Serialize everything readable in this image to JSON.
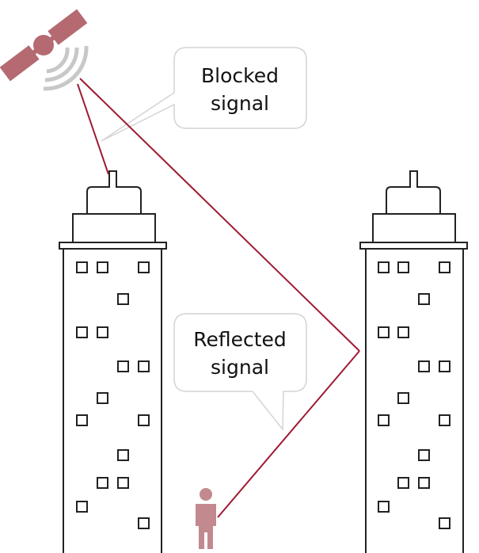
{
  "callouts": {
    "blocked": {
      "line1": "Blocked",
      "line2": "signal"
    },
    "reflected": {
      "line1": "Reflected",
      "line2": "signal"
    }
  },
  "colors": {
    "signal": "#9e1b32",
    "satellite": "#b56a72",
    "person": "#c2898f",
    "waves": "#c8c8c8",
    "callout_border": "#d4d4d4",
    "outline": "#222222"
  },
  "icons": {
    "satellite": "satellite-icon",
    "person": "person-icon"
  }
}
